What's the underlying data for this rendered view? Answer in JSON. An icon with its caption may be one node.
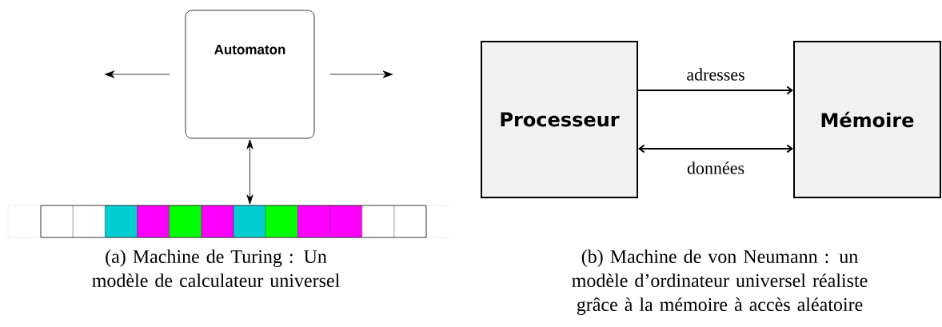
{
  "diagram": {
    "nodes": [
      {
        "text": [
          "Automaton"
        ]
      },
      {
        "text": [],
        "shape": "bar"
      },
      {
        "text": [
          "Processeur"
        ]
      },
      {
        "text": [
          "Mémoire"
        ]
      }
    ],
    "edges": [
      {
        "from": 0,
        "to": 1,
        "arrow": "both"
      },
      {
        "from": 2,
        "to": 3,
        "arrow": "to",
        "label": "adresses"
      },
      {
        "from": 2,
        "to": 3,
        "arrow": "both",
        "label": "données"
      }
    ],
    "labels": [
      "(a) Machine de Turing : Un modèle de calculateur universel",
      "(b) Machine de von Neumann : un modèle d’ordinateur universel réaliste grâce à la mémoire à accès aléatoire"
    ]
  }
}
